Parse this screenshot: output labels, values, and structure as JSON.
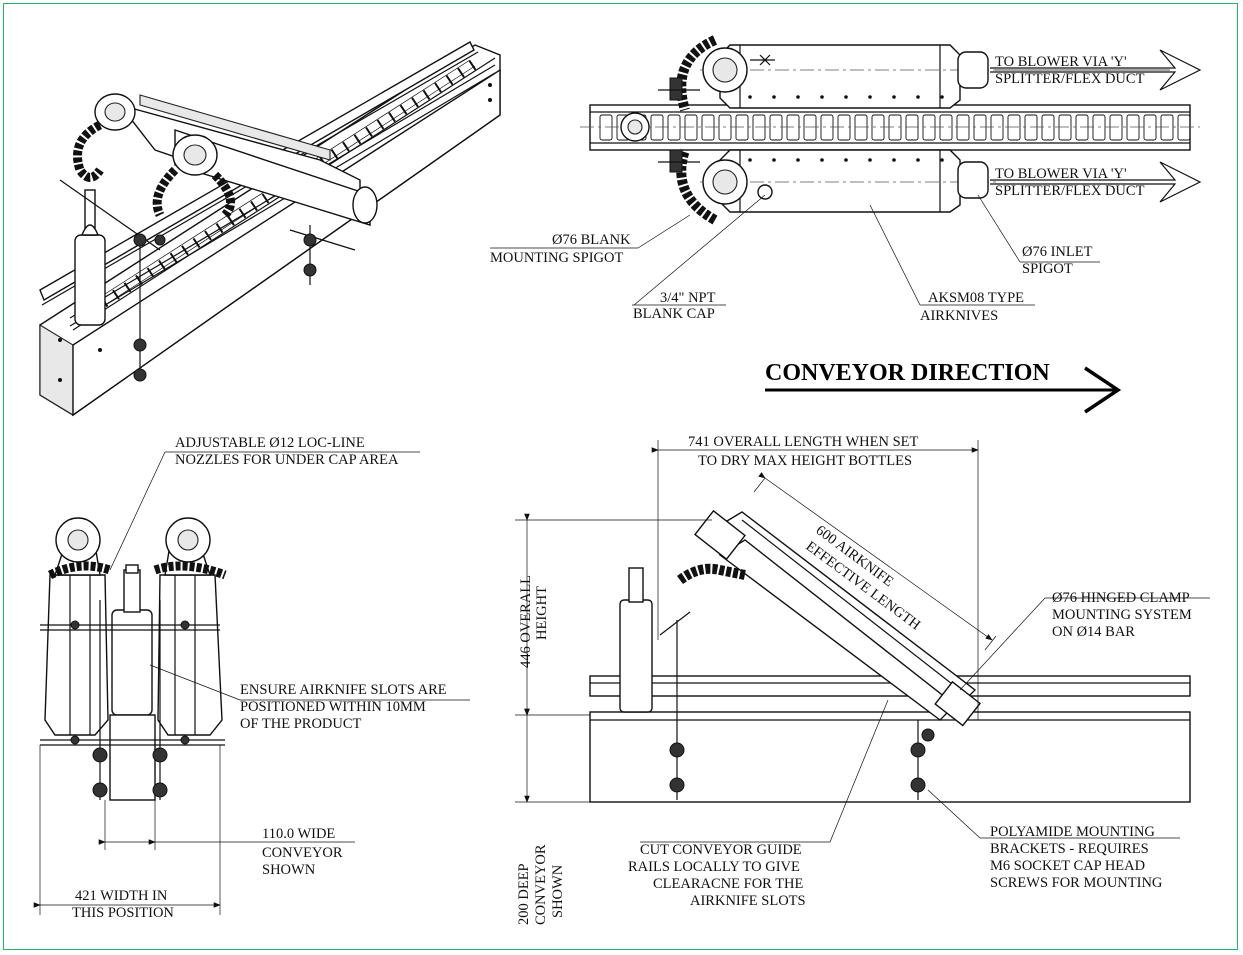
{
  "labels": {
    "to_blower_top_1": "TO BLOWER VIA 'Y'",
    "to_blower_top_2": "SPLITTER/FLEX DUCT",
    "to_blower_bot_1": "TO BLOWER VIA 'Y'",
    "to_blower_bot_2": "SPLITTER/FLEX DUCT",
    "blank_spigot_1": "Ø76 BLANK",
    "blank_spigot_2": "MOUNTING SPIGOT",
    "inlet_spigot_1": "Ø76 INLET",
    "inlet_spigot_2": "SPIGOT",
    "npt_cap_1": "3/4\" NPT",
    "npt_cap_2": "BLANK CAP",
    "aksm_1": "AKSM08 TYPE",
    "aksm_2": "AIRKNIVES",
    "conveyor_direction": "CONVEYOR DIRECTION",
    "locline_1": "ADJUSTABLE Ø12 LOC-LINE",
    "locline_2": "NOZZLES FOR UNDER CAP AREA",
    "ensure_1": "ENSURE AIRKNIFE SLOTS ARE",
    "ensure_2": "POSITIONED WITHIN 10MM",
    "ensure_3": "OF THE PRODUCT",
    "wide_1": "110.0 WIDE",
    "wide_2": "CONVEYOR",
    "wide_3": "SHOWN",
    "width_1": "421 WIDTH IN",
    "width_2": "THIS POSITION",
    "overall_len_1": "741 OVERALL LENGTH WHEN SET",
    "overall_len_2": "TO DRY MAX HEIGHT BOTTLES",
    "effective_1": "600 AIRKNIFE",
    "effective_2": "EFFECTIVE LENGTH",
    "clamp_1": "Ø76 HINGED CLAMP",
    "clamp_2": "MOUNTING SYSTEM",
    "clamp_3": "ON Ø14 BAR",
    "height_1": "446 OVERALL",
    "height_2": "HEIGHT",
    "deep_1": "200 DEEP",
    "deep_2": "CONVEYOR",
    "deep_3": "SHOWN",
    "cut_1": "CUT CONVEYOR GUIDE",
    "cut_2": "RAILS LOCALLY TO GIVE",
    "cut_3": "CLEARACNE FOR THE",
    "cut_4": "AIRKNIFE SLOTS",
    "poly_1": "POLYAMIDE MOUNTING",
    "poly_2": "BRACKETS - REQUIRES",
    "poly_3": "M6 SOCKET CAP HEAD",
    "poly_4": "SCREWS FOR MOUNTING"
  }
}
